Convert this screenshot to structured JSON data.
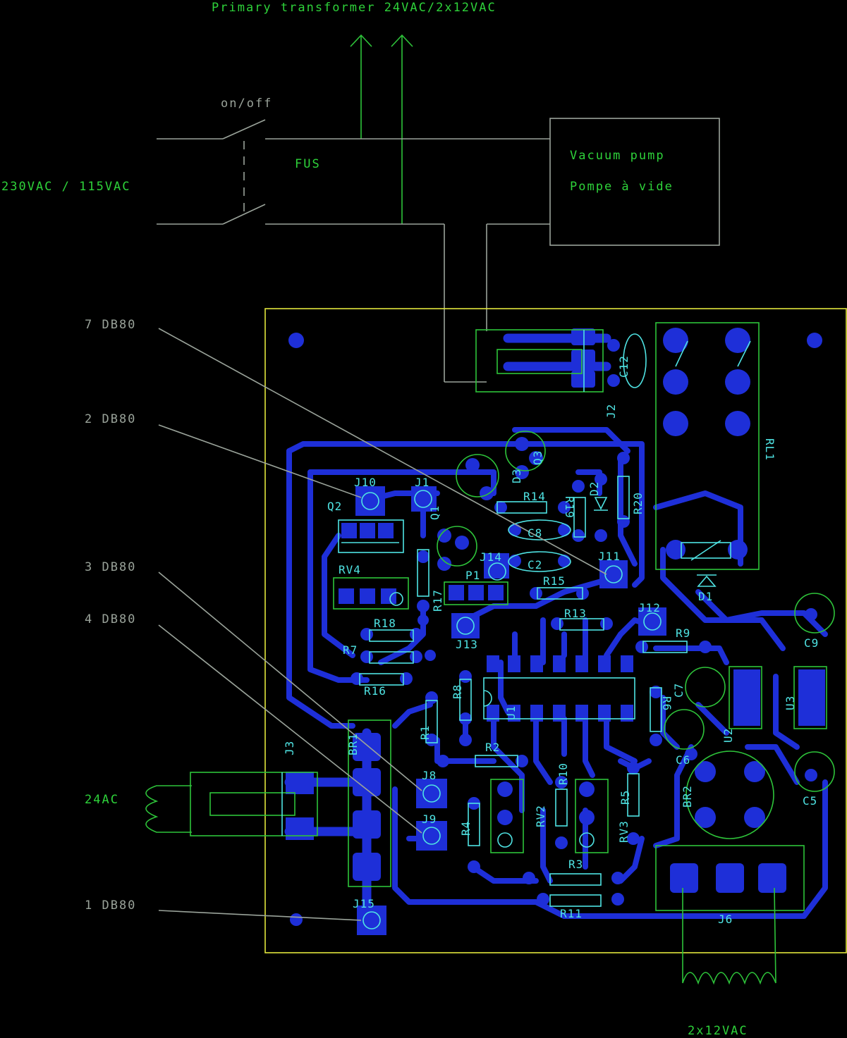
{
  "title": "Primary transformer 24VAC/2x12VAC",
  "mains": {
    "switch_label": "on/off",
    "fuse_label": "FUS",
    "voltage_label": "230VAC / 115VAC"
  },
  "pump": {
    "line1": "Vacuum pump",
    "line2": "Pompe à vide"
  },
  "pins": [
    {
      "id": "pin7",
      "label": "7 DB80"
    },
    {
      "id": "pin2",
      "label": "2 DB80"
    },
    {
      "id": "pin3",
      "label": "3 DB80"
    },
    {
      "id": "pin4",
      "label": "4 DB80"
    },
    {
      "id": "pin1",
      "label": "1 DB80"
    }
  ],
  "inputs": {
    "ac24": "24AC",
    "secondary": "2x12VAC"
  },
  "components": {
    "J1": "J1",
    "J2": "J2",
    "J3": "J3",
    "J6": "J6",
    "J8": "J8",
    "J9": "J9",
    "J10": "J10",
    "J11": "J11",
    "J12": "J12",
    "J13": "J13",
    "J14": "J14",
    "J15": "J15",
    "Q1": "Q1",
    "Q2": "Q2",
    "Q3": "Q3",
    "D1": "D1",
    "D2": "D2",
    "D3": "D3",
    "C2": "C2",
    "C5": "C5",
    "C6": "C6",
    "C7": "C7",
    "C8": "C8",
    "C9": "C9",
    "C12": "C12",
    "R1": "R1",
    "R2": "R2",
    "R3": "R3",
    "R4": "R4",
    "R5": "R5",
    "R6": "R6",
    "R7": "R7",
    "R8": "R8",
    "R9": "R9",
    "R10": "R10",
    "R11": "R11",
    "R13": "R13",
    "R14": "R14",
    "R15": "R15",
    "R16": "R16",
    "R17": "R17",
    "R18": "R18",
    "R19": "R19",
    "R20": "R20",
    "RV2": "RV2",
    "RV3": "RV3",
    "RV4": "RV4",
    "P1": "P1",
    "U1": "U1",
    "U2": "U2",
    "U3": "U3",
    "BR1": "BR1",
    "BR2": "BR2",
    "RL1": "RL1"
  },
  "colors": {
    "background": "#000000",
    "label_text": "#2ed23a",
    "silkscreen": "#4fe3e3",
    "copper": "#1e2fd8",
    "board_outline": "#e2e63c",
    "note_text": "#e13ad9"
  }
}
